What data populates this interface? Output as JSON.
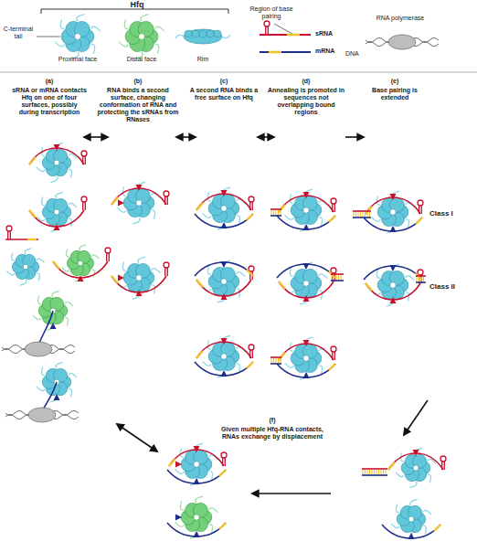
{
  "diagram": {
    "labels": [
      "Hfq",
      "C-terminal tail",
      "Proximal face",
      "Distal face",
      "Rim",
      "Region of base pairing",
      "sRNA",
      "mRNA",
      "RNA polymerase",
      "DNA",
      "(a)",
      "sRNA or mRNA contacts Hfq on one of four surfaces, possibly during transcription",
      "(b)",
      "RNA binds a second surface, changing conformation of RNA and protecting the sRNAs from RNases",
      "(c)",
      "A second RNA binds a free surface on Hfq",
      "(d)",
      "Annealing is promoted in sequences not overlapping bound regions",
      "(e)",
      "Base pairing is extended",
      "Class I",
      "Class II",
      "(f)",
      "Given multiple Hfq-RNA contacts, RNAs exchange by displacement"
    ]
  }
}
